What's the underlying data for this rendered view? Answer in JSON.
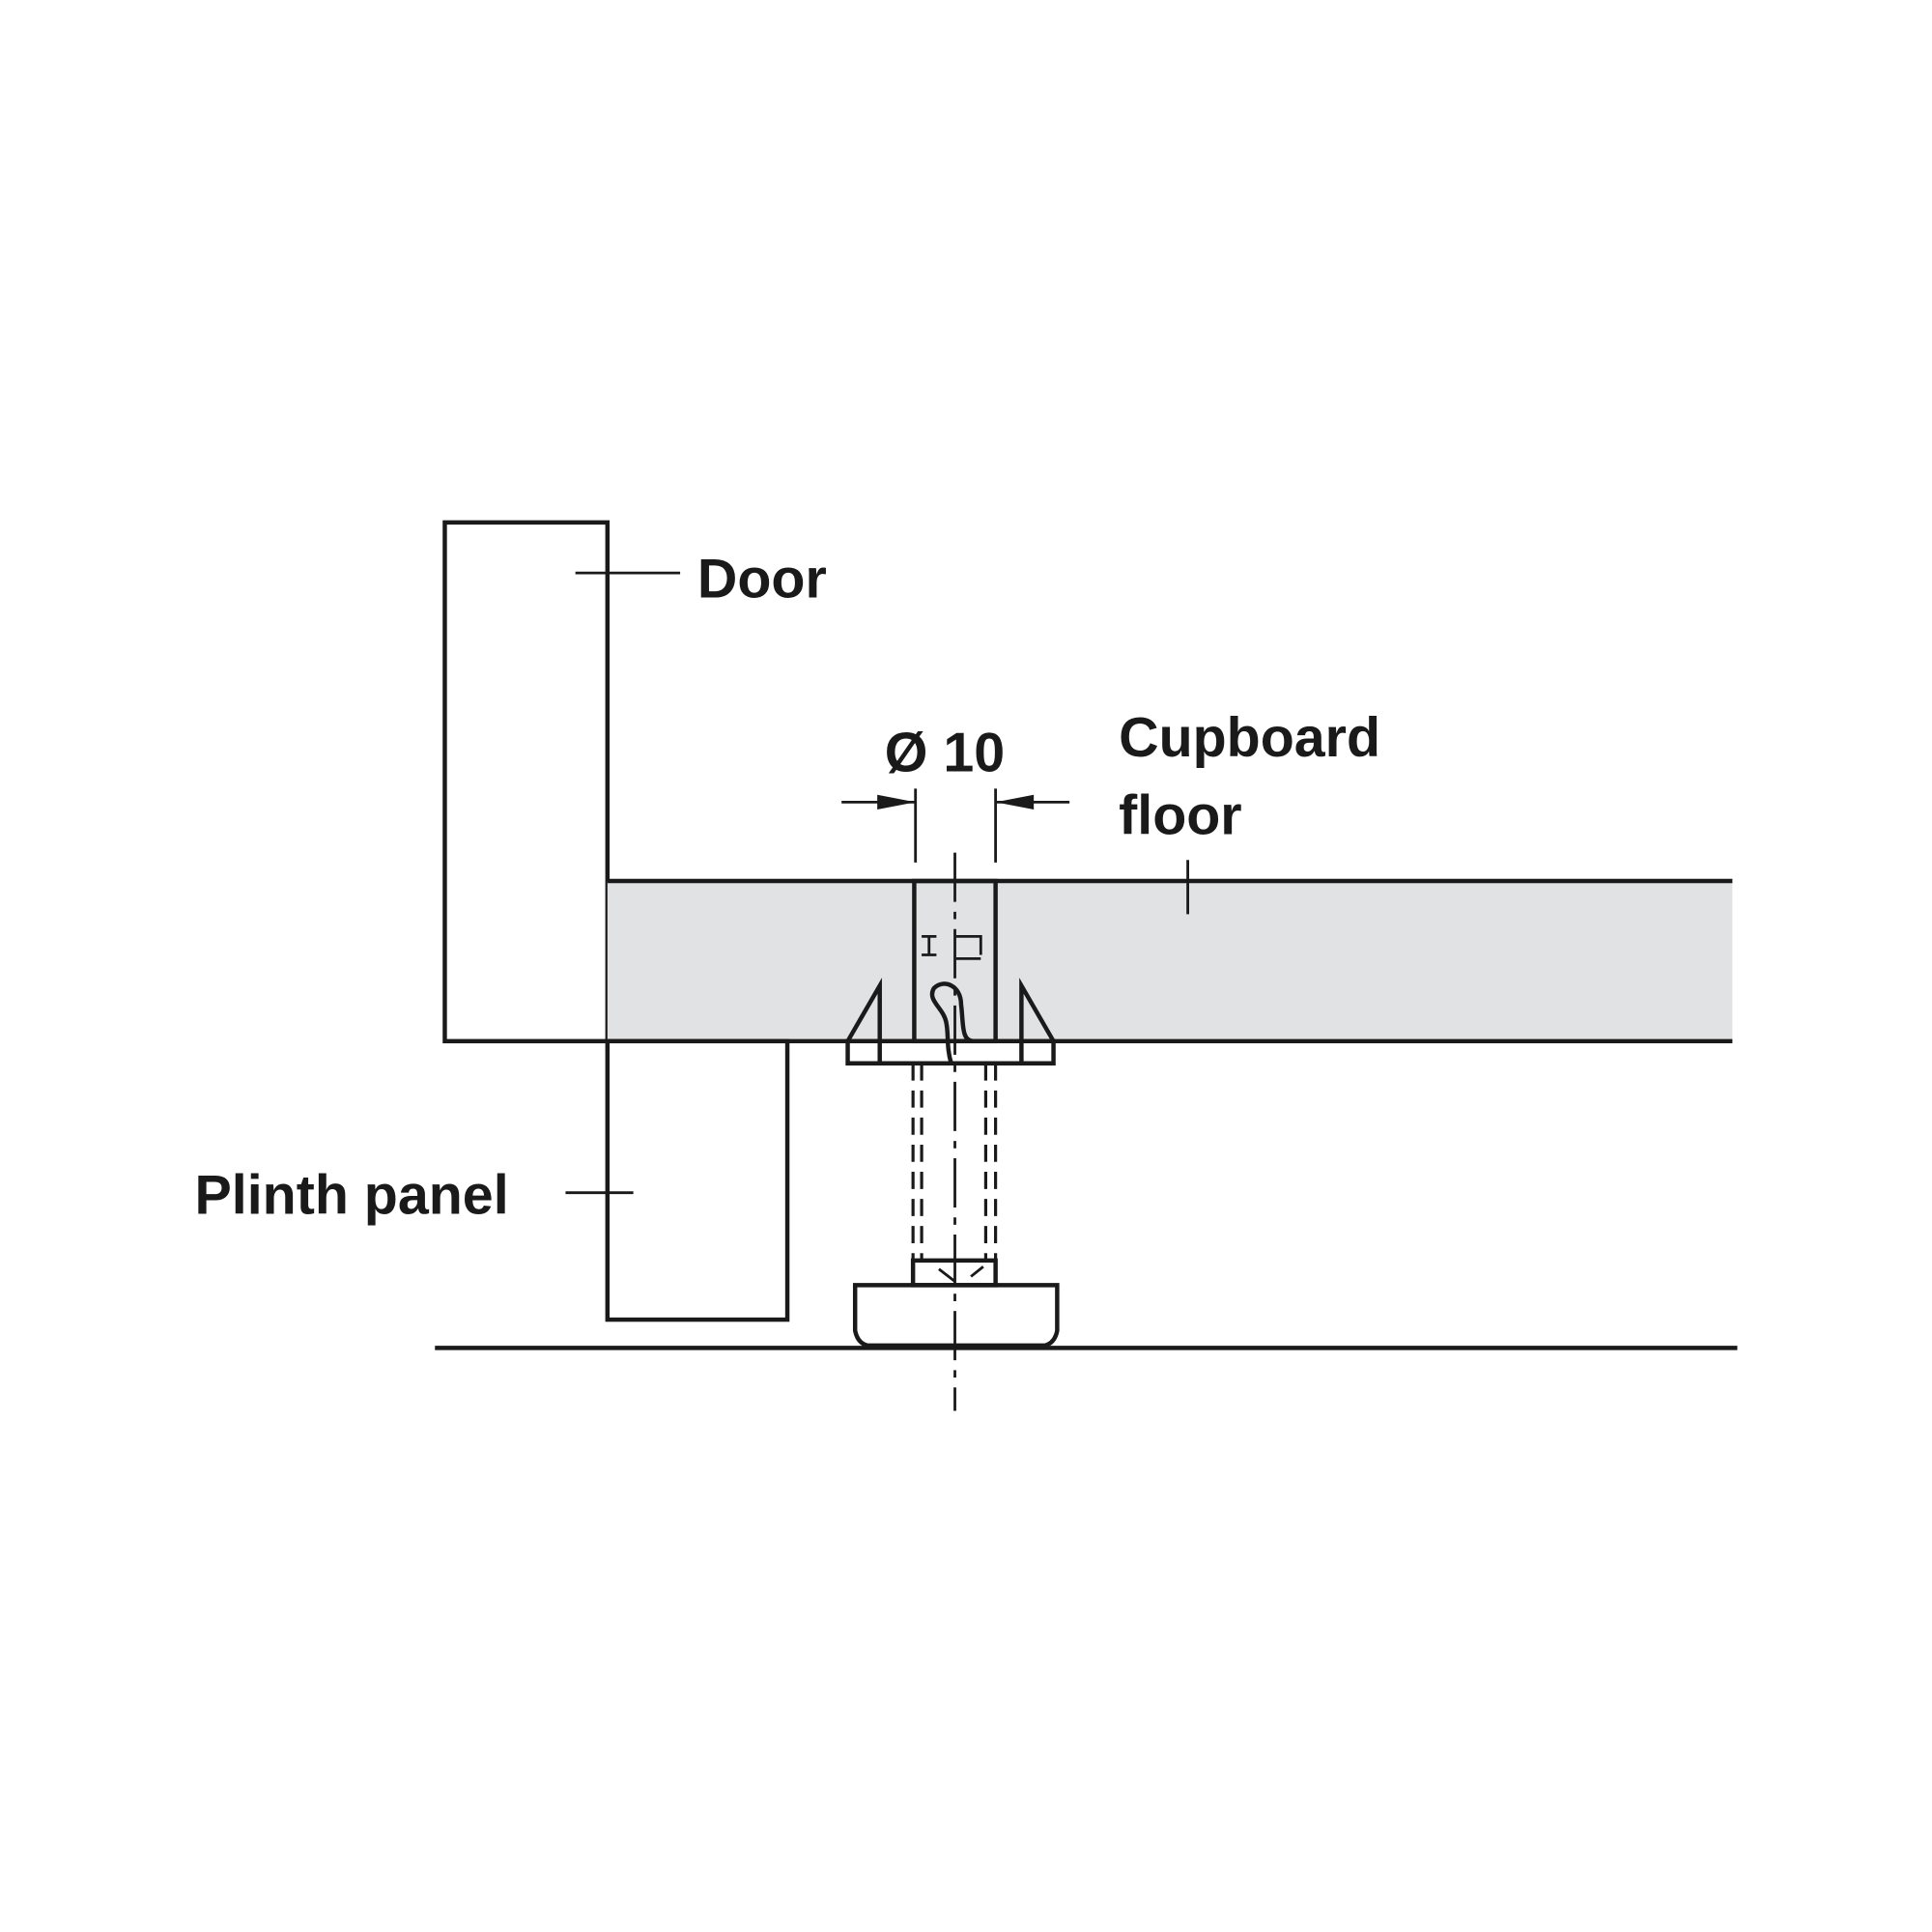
{
  "labels": {
    "door": "Door",
    "diameter": "Ø 10",
    "cupboard_floor_line1": "Cupboard",
    "cupboard_floor_line2": "floor",
    "plinth_panel": "Plinth panel"
  },
  "colors": {
    "panel_fill": "#dcdde0",
    "line": "#1a1a1a"
  }
}
